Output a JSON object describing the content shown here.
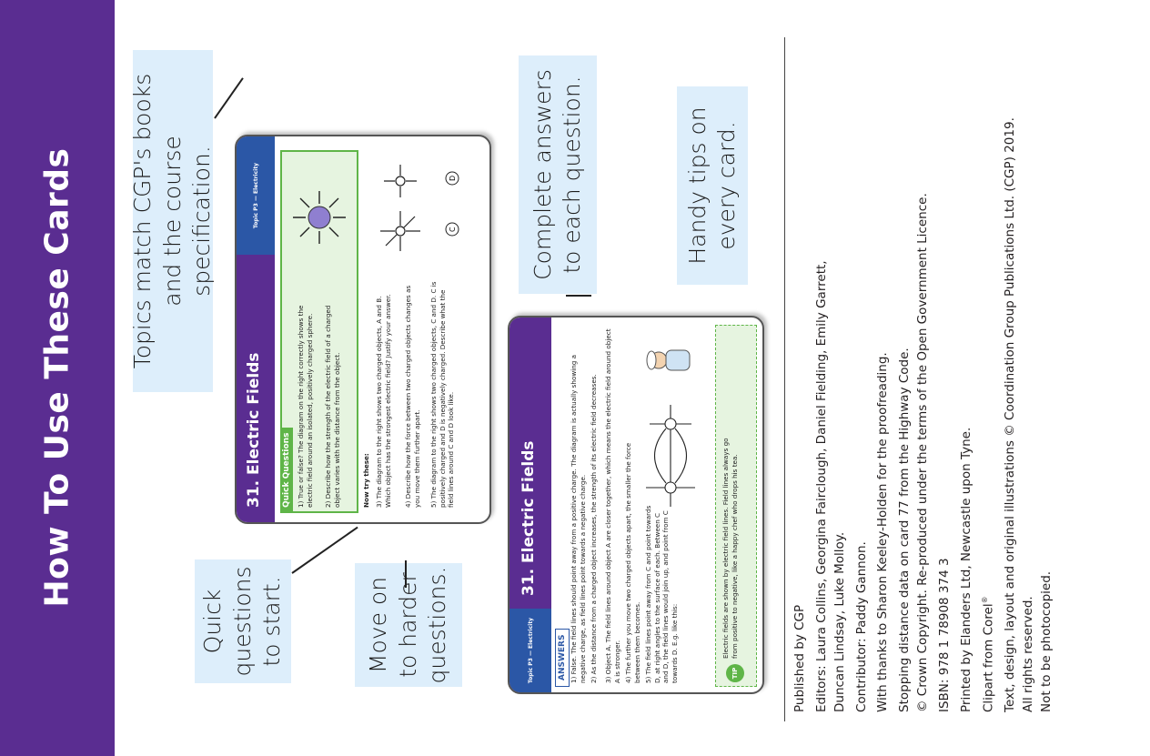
{
  "page_title": "How To Use These Cards",
  "callouts": {
    "topics": "Topics match CGP's books and the course specification.",
    "answers": "Complete answers to each question.",
    "tips": "Handy tips on every card.",
    "quick": "Quick questions to start.",
    "harder": "Move on to harder questions."
  },
  "question_card": {
    "title": "31. Electric Fields",
    "topic": "Topic P3 — Electricity",
    "quick_label": "Quick Questions",
    "q1": "1)  True or false? The diagram on the right correctly shows the electric field around an isolated, positively charged sphere.",
    "q2": "2)  Describe how the strength of the electric field of a charged object varies with the distance from the object.",
    "now_try": "Now try these:",
    "q3": "3)  The diagram to the right shows two charged objects, A and B. Which object has the strongest electric field? Justify your answer.",
    "q4": "4)  Describe how the force between two charged objects changes as you move them further apart.",
    "q5": "5)  The diagram to the right shows two charged objects, C and D. C is positively charged and D is negatively charged. Describe what the field lines around C and D look like."
  },
  "answer_card": {
    "title": "31. Electric Fields",
    "topic": "Topic P3 — Electricity",
    "answers_label": "ANSWERS",
    "a1": "1)  False. The field lines should point away from a positive charge. The diagram is actually showing a negative charge, as field lines point towards a negative charge.",
    "a2": "2)  As the distance from a charged object increases, the strength of its electric field decreases.",
    "a3": "3)  Object A. The field lines around object A are closer together, which means the electric field around object A is stronger.",
    "a4": "4)  The further you move two charged objects apart, the smaller the force between them becomes.",
    "a5": "5)  The field lines point away from C and point towards D, at right angles to the surface of each. Between C and D, the field lines would join up, and point from C towards D. E.g. like this:",
    "tip_label": "TIP",
    "tip": "Electric fields are shown by electric field lines. Field lines always go from positive to negative, like a happy chef who drops his tea."
  },
  "credits": {
    "published": "Published by CGP",
    "editors_1": "Editors: Laura Collins, Georgina Fairclough, Daniel Fielding, Emily Garrett,",
    "editors_2": "Duncan Lindsay, Luke Molloy.",
    "contributor": "Contributor: Paddy Gannon.",
    "thanks": "With thanks to Sharon Keeley-Holden for the proofreading.",
    "stopping": "Stopping distance data on card 77 from the Highway Code.",
    "crown": "© Crown Copyright.  Re-produced under the terms of the Open Government Licence.",
    "isbn": "ISBN:  978 1 78908 374 3",
    "printed": "Printed by Elanders Ltd, Newcastle upon Tyne.",
    "clipart": "Clipart from Corel",
    "clipart_mark": "®",
    "text_design": "Text, design, layout and original illustrations © Coordination Group Publications Ltd. (CGP) 2019.",
    "rights": "All rights reserved.",
    "photocopy": "Not to be photocopied."
  },
  "colors": {
    "purple": "#5a2d91",
    "blue_tab": "#2b57a6",
    "callout_bg": "#ddeefb",
    "green": "#5fb548"
  }
}
